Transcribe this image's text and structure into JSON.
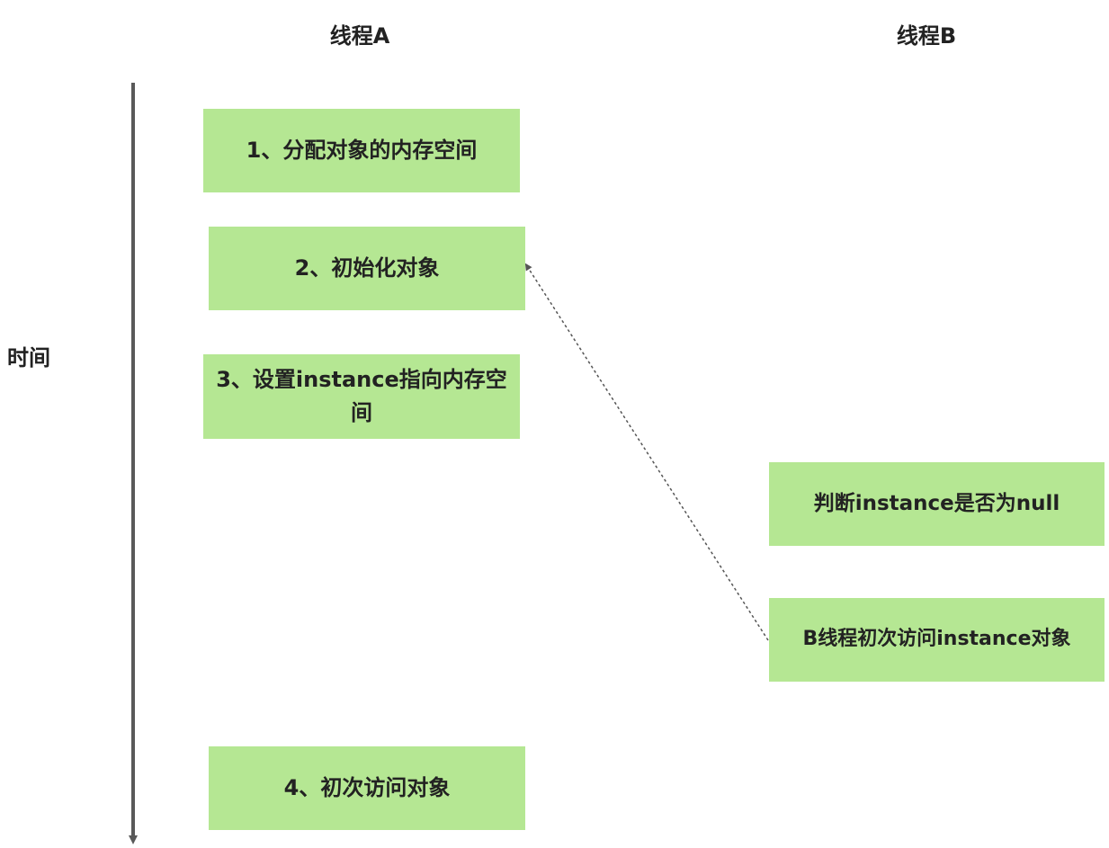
{
  "headers": {
    "thread_a": "线程A",
    "thread_b": "线程B"
  },
  "time_axis": {
    "label": "时间"
  },
  "thread_a_steps": [
    "1、分配对象的内存空间",
    "2、初始化对象",
    "3、设置instance指向内存空间",
    "4、初次访问对象"
  ],
  "thread_b_steps": [
    "判断instance是否为null",
    "B线程初次访问instance对象"
  ],
  "colors": {
    "box_fill": "#b5e793",
    "axis": "#595959",
    "dashed_arrow": "#555555",
    "text": "#222222"
  }
}
